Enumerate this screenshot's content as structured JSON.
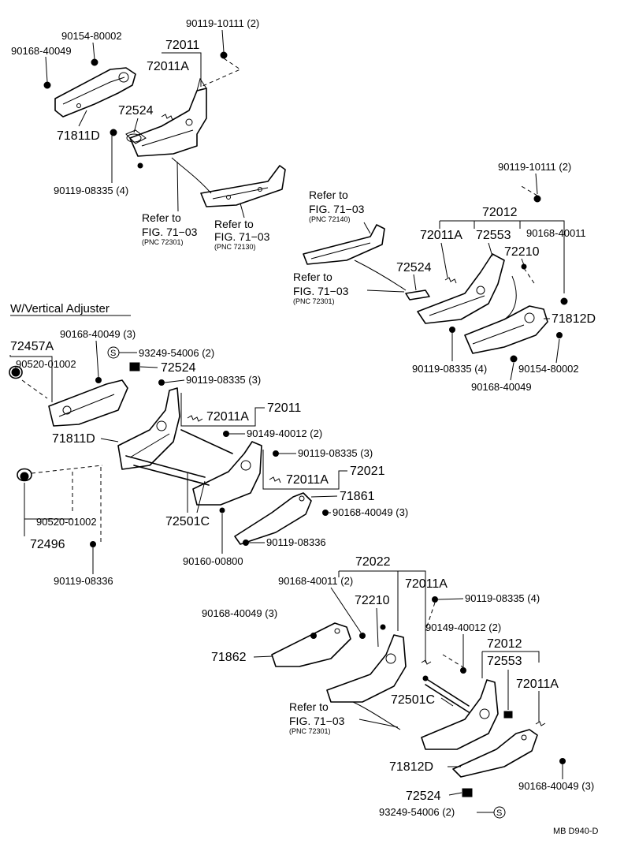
{
  "figure_code": "MB D940-D",
  "section_heading": "W/Vertical Adjuster",
  "refer": {
    "line1": "Refer to",
    "fig": "FIG. 71−03",
    "pnc_72301": "(PNC 72301)",
    "pnc_72130": "(PNC 72130)",
    "pnc_72140": "(PNC 72140)"
  },
  "top_left": {
    "p90119_10111": "90119-10111",
    "p90119_10111_qty": "(2)",
    "p90154_80002": "90154-80002",
    "p90168_40049": "90168-40049",
    "p72011": "72011",
    "p72011A": "72011A",
    "p72524": "72524",
    "p71811D": "71811D",
    "p90119_08335": "90119-08335",
    "p90119_08335_qty": "(4)"
  },
  "top_right": {
    "p90119_10111": "90119-10111",
    "p90119_10111_qty": "(2)",
    "p72012": "72012",
    "p72011A": "72011A",
    "p72553": "72553",
    "p90168_40011": "90168-40011",
    "p72210": "72210",
    "p72524": "72524",
    "p71812D": "71812D",
    "p90119_08335": "90119-08335",
    "p90119_08335_qty": "(4)",
    "p90154_80002": "90154-80002",
    "p90168_40049": "90168-40049"
  },
  "mid_left": {
    "p90168_40049": "90168-40049",
    "p90168_40049_qty": "(3)",
    "p72457A": "72457A",
    "s_mark": "S",
    "p93249_54006": "93249-54006",
    "p93249_54006_qty": "(2)",
    "p72524": "72524",
    "p90520_01002_a": "90520-01002",
    "p90119_08335_a": "90119-08335",
    "p90119_08335_a_qty": "(3)",
    "p72011A_a": "72011A",
    "p72011": "72011",
    "p71811D": "71811D",
    "p90149_40012": "90149-40012",
    "p90149_40012_qty": "(2)",
    "p90119_08335_b": "90119-08335",
    "p90119_08335_b_qty": "(3)",
    "p72011A_b": "72011A",
    "p72021": "72021",
    "p71861": "71861",
    "p90168_40049_b": "90168-40049",
    "p90168_40049_b_qty": "(3)",
    "p90520_01002_b": "90520-01002",
    "p72501C": "72501C",
    "p72496": "72496",
    "p90119_08336_a": "90119-08336",
    "p90160_00800": "90160-00800",
    "p90119_08336_b": "90119-08336"
  },
  "bottom": {
    "p72022": "72022",
    "p90168_40011": "90168-40011",
    "p90168_40011_qty": "(2)",
    "p72011A_a": "72011A",
    "p90119_08335": "90119-08335",
    "p90119_08335_qty": "(4)",
    "p90168_40049_a": "90168-40049",
    "p90168_40049_a_qty": "(3)",
    "p72210": "72210",
    "p90149_40012": "90149-40012",
    "p90149_40012_qty": "(2)",
    "p71862": "71862",
    "p72012": "72012",
    "p72553": "72553",
    "p72011A_b": "72011A",
    "p72501C": "72501C",
    "p71812D": "71812D",
    "p90168_40049_b": "90168-40049",
    "p90168_40049_b_qty": "(3)",
    "p72524": "72524",
    "p93249_54006": "93249-54006",
    "p93249_54006_qty": "(2)",
    "s_mark": "S"
  }
}
